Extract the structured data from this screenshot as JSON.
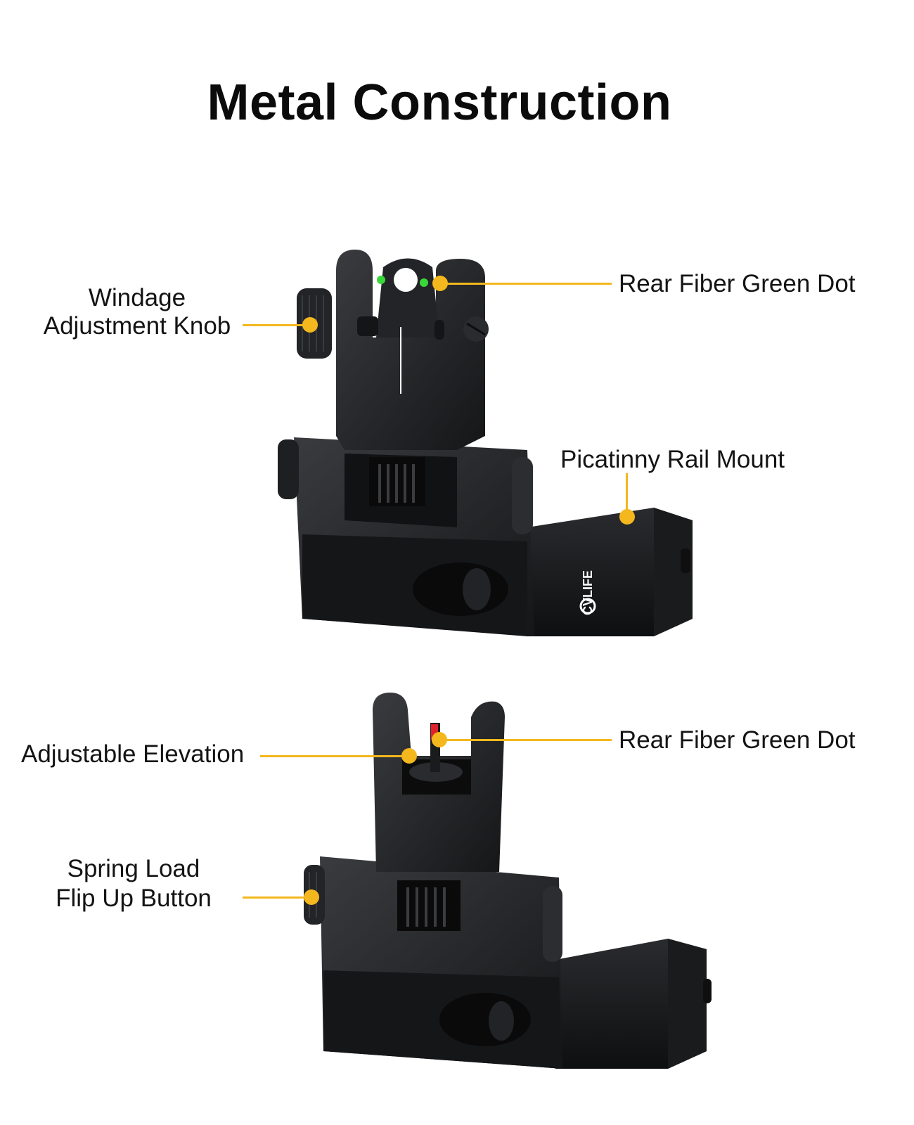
{
  "title": "Metal Construction",
  "brand": "CVLIFE",
  "labels": {
    "windage_line1": "Windage",
    "windage_line2": "Adjustment Knob",
    "rear_fiber_top": "Rear Fiber Green Dot",
    "picatinny": "Picatinny Rail Mount",
    "adjustable_elevation": "Adjustable Elevation",
    "rear_fiber_bottom": "Rear Fiber Green Dot",
    "spring_line1": "Spring Load",
    "spring_line2": "Flip Up Button"
  },
  "colors": {
    "callout": "#f4b81e",
    "sight_body": "#1c1d1f",
    "green_fiber": "#39d83a",
    "red_fiber": "#e0202a"
  }
}
